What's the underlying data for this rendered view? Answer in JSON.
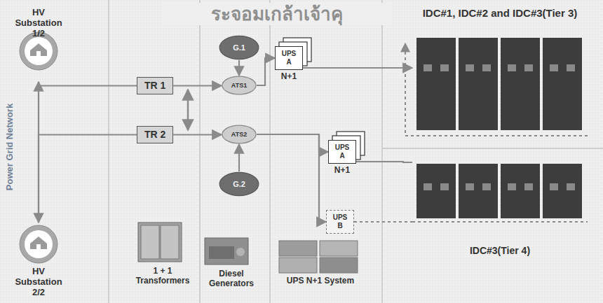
{
  "diagram": {
    "nodes": [
      {
        "text": [
          "HV Substation 1/2"
        ]
      },
      {
        "text": [
          "HV Substation 2/2"
        ]
      },
      {
        "text": [
          "TR 1"
        ]
      },
      {
        "text": [
          "TR 2"
        ]
      },
      {
        "text": [
          "G.1"
        ]
      },
      {
        "text": [
          "ATS1"
        ]
      },
      {
        "text": [
          "ATS2"
        ]
      },
      {
        "text": [
          "G.2"
        ]
      },
      {
        "text": [
          "UPS A"
        ]
      },
      {
        "text": [
          "UPS A"
        ]
      },
      {
        "text": [
          "UPS B"
        ]
      },
      {
        "text": [
          "IDC#1, IDC#2 and IDC#3(Tier 3)"
        ]
      },
      {
        "text": [
          "IDC#3(Tier 4)"
        ]
      }
    ],
    "edges": [
      {
        "from": 0,
        "to": 1,
        "arrow": "both"
      },
      {
        "from": 0,
        "to": 2,
        "arrow": "none"
      },
      {
        "from": 1,
        "to": 3,
        "arrow": "none"
      },
      {
        "from": 2,
        "to": 5,
        "arrow": "to"
      },
      {
        "from": 3,
        "to": 6,
        "arrow": "to"
      },
      {
        "from": 4,
        "to": 5,
        "arrow": "to"
      },
      {
        "from": 7,
        "to": 6,
        "arrow": "to"
      },
      {
        "from": 5,
        "to": 8,
        "arrow": "to"
      },
      {
        "from": 6,
        "to": 9,
        "arrow": "to"
      },
      {
        "from": 6,
        "to": 10,
        "arrow": "to"
      },
      {
        "from": 8,
        "to": 11,
        "arrow": "to"
      },
      {
        "from": 9,
        "to": 12,
        "arrow": "none"
      },
      {
        "from": 10,
        "to": 12,
        "arrow": "none"
      }
    ],
    "labels": [
      "ระจอมเกล้าเจ้าคุ",
      "Power Grid Network",
      "N+1",
      "N+1",
      "1 + 1 Transformers",
      "Diesel Generators",
      "UPS N+1 System"
    ]
  }
}
